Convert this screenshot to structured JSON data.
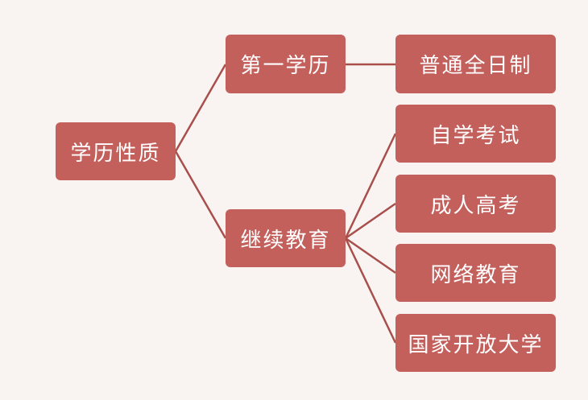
{
  "root": {
    "label": "学历性质"
  },
  "branches": [
    {
      "label": "第一学历",
      "children": [
        "普通全日制"
      ]
    },
    {
      "label": "继续教育",
      "children": [
        "自学考试",
        "成人高考",
        "网络教育",
        "国家开放大学"
      ]
    }
  ],
  "colors": {
    "node": "#c4605c",
    "line": "#a84f4c",
    "background": "#f9f4f2",
    "text": "#ffffff"
  }
}
